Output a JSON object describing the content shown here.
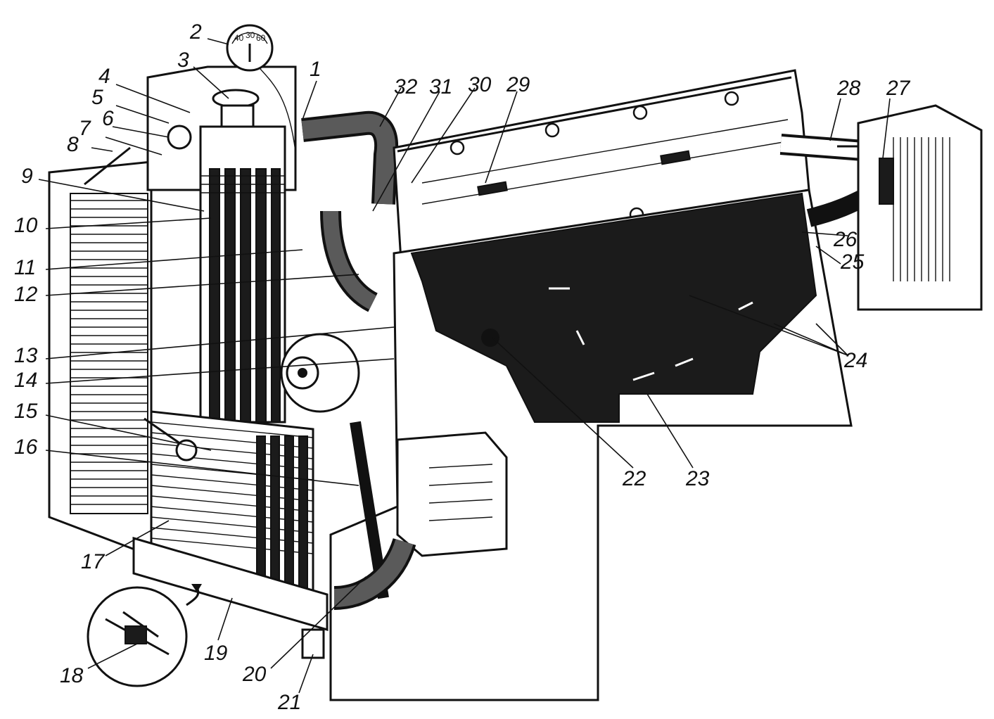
{
  "gauge": {
    "scale": [
      "40",
      "30",
      "60"
    ]
  },
  "callouts": [
    {
      "id": "1",
      "text": "1"
    },
    {
      "id": "2",
      "text": "2"
    },
    {
      "id": "3",
      "text": "3"
    },
    {
      "id": "4",
      "text": "4"
    },
    {
      "id": "5",
      "text": "5"
    },
    {
      "id": "6",
      "text": "6"
    },
    {
      "id": "7",
      "text": "7"
    },
    {
      "id": "8",
      "text": "8"
    },
    {
      "id": "9",
      "text": "9"
    },
    {
      "id": "10",
      "text": "10"
    },
    {
      "id": "11",
      "text": "11"
    },
    {
      "id": "12",
      "text": "12"
    },
    {
      "id": "13",
      "text": "13"
    },
    {
      "id": "14",
      "text": "14"
    },
    {
      "id": "15",
      "text": "15"
    },
    {
      "id": "16",
      "text": "16"
    },
    {
      "id": "17",
      "text": "17"
    },
    {
      "id": "18",
      "text": "18"
    },
    {
      "id": "19",
      "text": "19"
    },
    {
      "id": "20",
      "text": "20"
    },
    {
      "id": "21",
      "text": "21"
    },
    {
      "id": "22",
      "text": "22"
    },
    {
      "id": "23",
      "text": "23"
    },
    {
      "id": "24",
      "text": "24"
    },
    {
      "id": "25",
      "text": "25"
    },
    {
      "id": "26",
      "text": "26"
    },
    {
      "id": "27",
      "text": "27"
    },
    {
      "id": "28",
      "text": "28"
    },
    {
      "id": "29",
      "text": "29"
    },
    {
      "id": "30",
      "text": "30"
    },
    {
      "id": "31",
      "text": "31"
    },
    {
      "id": "32",
      "text": "32"
    }
  ]
}
